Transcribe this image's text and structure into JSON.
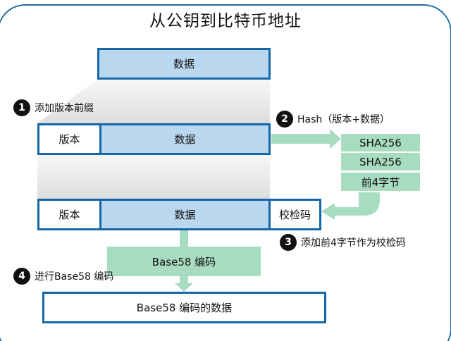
{
  "title": "从公钥到比特币地址",
  "top_block": {
    "data_label": "数据"
  },
  "row_versioned": {
    "version_label": "版本",
    "data_label": "数据"
  },
  "row_checksummed": {
    "version_label": "版本",
    "data_label": "数据",
    "checksum_label": "校检码"
  },
  "hash_steps": [
    "SHA256",
    "SHA256",
    "前4字节"
  ],
  "base58_label": "Base58 编码",
  "result_label": "Base58 编码的数据",
  "steps": [
    {
      "number": "1",
      "text": "添加版本前缀"
    },
    {
      "number": "2",
      "text": "Hash（版本+数据）"
    },
    {
      "number": "3",
      "text": "添加前4字节作为校检码"
    },
    {
      "number": "4",
      "text": "进行Base58 编码"
    }
  ],
  "colors": {
    "frame": "#1f6fa8",
    "box_border": "#1565a9",
    "data_fill": "#b9d7ee",
    "hash_fill": "#a8dcc0",
    "funnel_fill": "#e6e6e6"
  }
}
